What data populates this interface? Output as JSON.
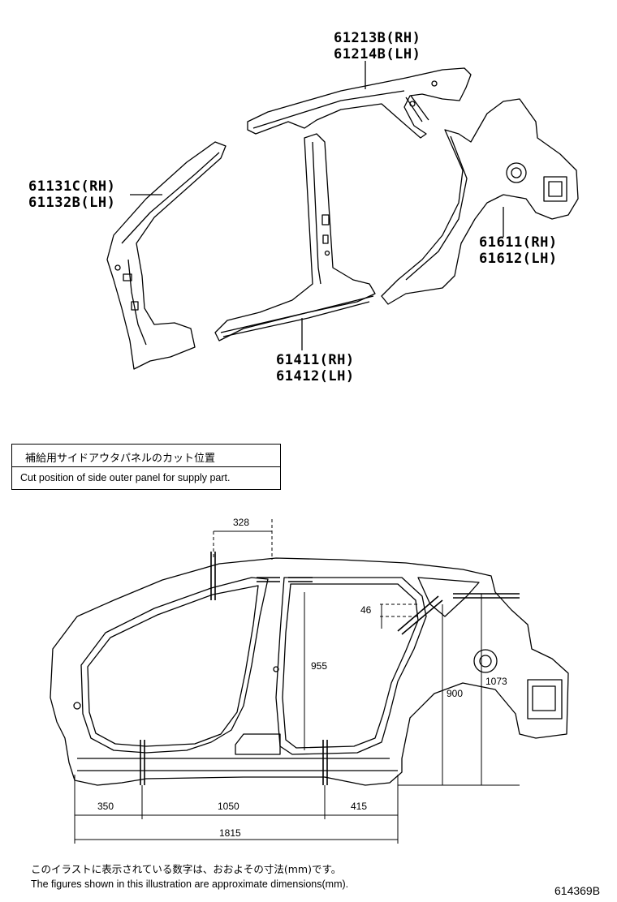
{
  "parts": {
    "roof_side": {
      "rh": "61213B(RH)",
      "lh": "61214B(LH)"
    },
    "front_pillar": {
      "rh": "61131C(RH)",
      "lh": "61132B(LH)"
    },
    "quarter_panel": {
      "rh": "61611(RH)",
      "lh": "61612(LH)"
    },
    "center_pillar": {
      "rh": "61411(RH)",
      "lh": "61412(LH)"
    }
  },
  "cut_box": {
    "jp": "補給用サイドアウタパネルのカット位置",
    "en": "Cut position of side outer panel for supply part."
  },
  "dimensions": {
    "d328": "328",
    "d955": "955",
    "d46": "46",
    "d900": "900",
    "d1073": "1073",
    "d350": "350",
    "d1050": "1050",
    "d415": "415",
    "d1815": "1815"
  },
  "notes": {
    "jp": "このイラストに表示されている数字は、おおよその寸法(mm)です。",
    "en": "The figures shown in this illustration are approximate dimensions(mm)."
  },
  "figure_code": "614369B"
}
